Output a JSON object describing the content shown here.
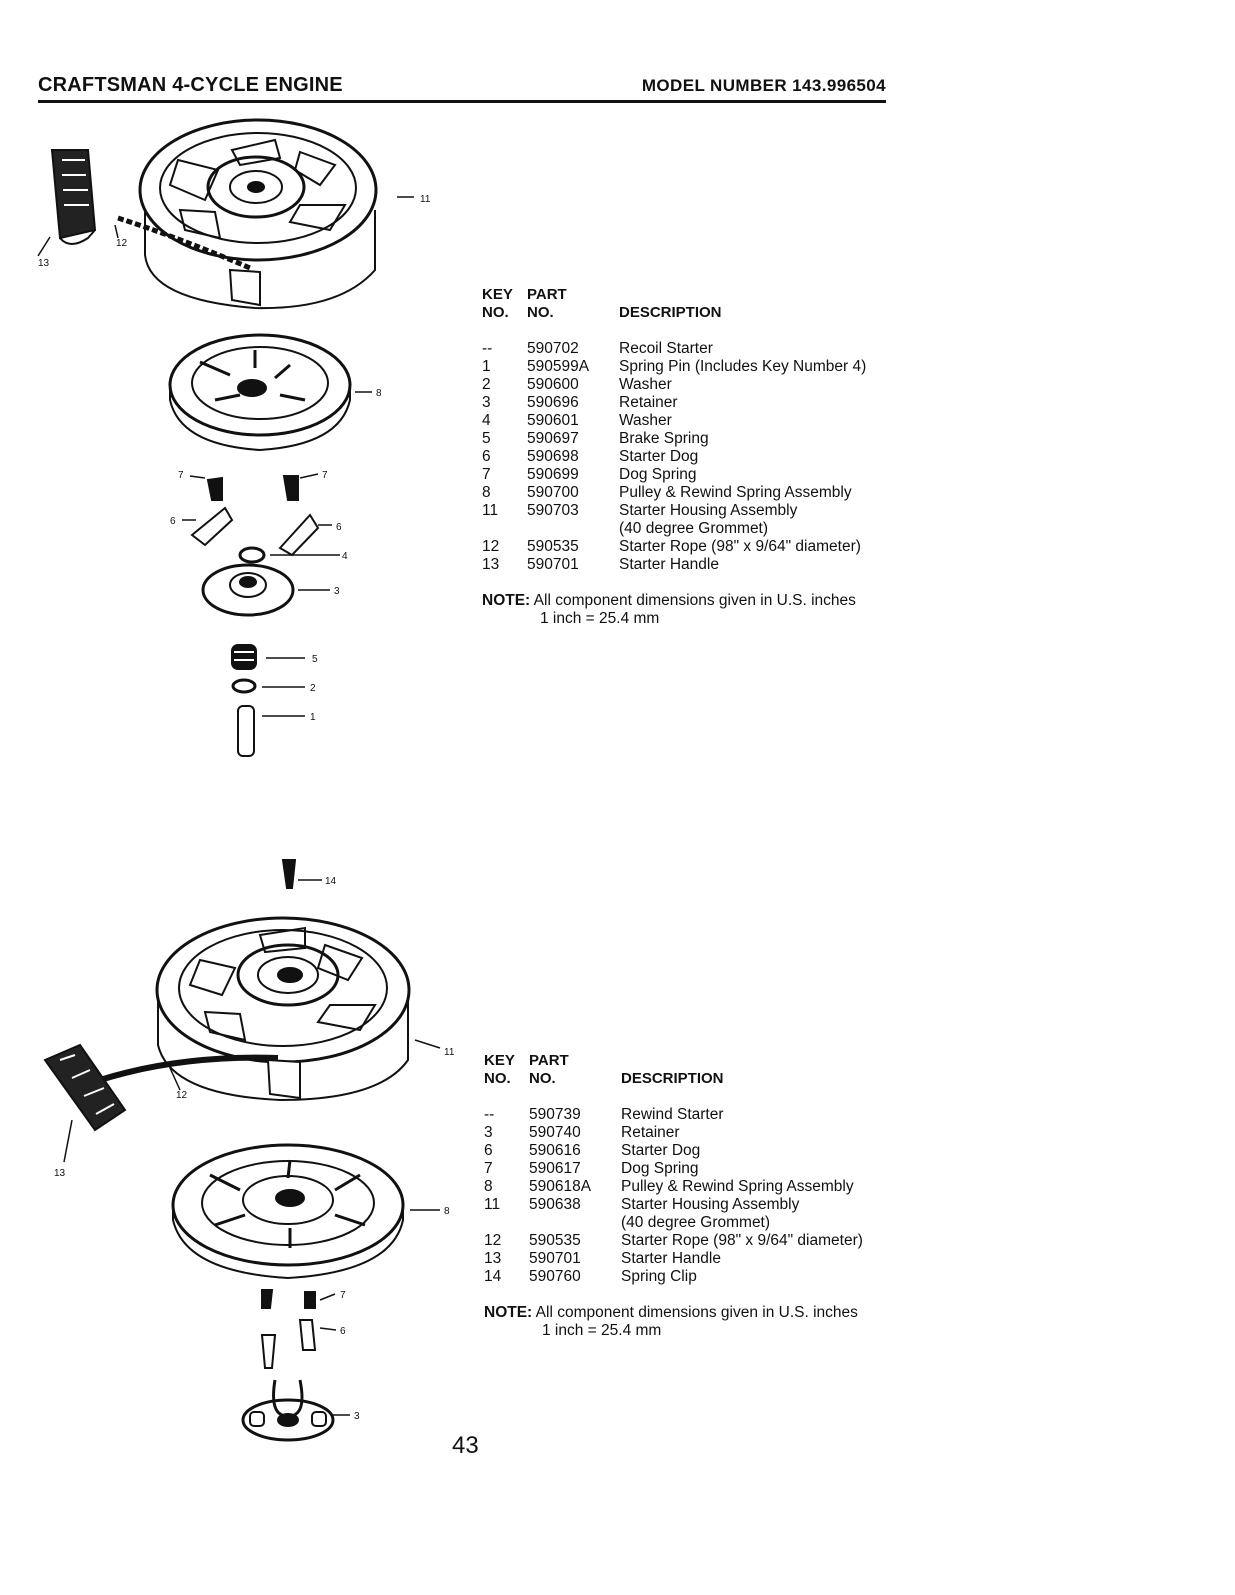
{
  "header": {
    "left": "CRAFTSMAN 4-CYCLE ENGINE",
    "right": "MODEL NUMBER 143.996504"
  },
  "table_headers": {
    "key_top": "KEY",
    "key_bottom": "NO.",
    "part_top": "PART",
    "part_bottom": "NO.",
    "desc": "DESCRIPTION"
  },
  "recoil_table": {
    "rows": [
      {
        "key": "--",
        "part": "590702",
        "desc": "Recoil Starter"
      },
      {
        "key": "1",
        "part": "590599A",
        "desc": "Spring Pin (Includes Key Number 4)"
      },
      {
        "key": "2",
        "part": "590600",
        "desc": "Washer"
      },
      {
        "key": "3",
        "part": "590696",
        "desc": "Retainer"
      },
      {
        "key": "4",
        "part": "590601",
        "desc": "Washer"
      },
      {
        "key": "5",
        "part": "590697",
        "desc": "Brake Spring"
      },
      {
        "key": "6",
        "part": "590698",
        "desc": "Starter Dog"
      },
      {
        "key": "7",
        "part": "590699",
        "desc": "Dog Spring"
      },
      {
        "key": "8",
        "part": "590700",
        "desc": "Pulley & Rewind Spring Assembly"
      },
      {
        "key": "11",
        "part": "590703",
        "desc": "Starter Housing Assembly"
      },
      {
        "key": "",
        "part": "",
        "desc": "(40 degree Grommet)"
      },
      {
        "key": "12",
        "part": "590535",
        "desc": "Starter Rope (98\" x 9/64\" diameter)"
      },
      {
        "key": "13",
        "part": "590701",
        "desc": "Starter Handle"
      }
    ],
    "note_label": "NOTE:",
    "note_text": "All component dimensions given in U.S. inches",
    "note_line2": "1 inch = 25.4 mm"
  },
  "rewind_table": {
    "rows": [
      {
        "key": "--",
        "part": "590739",
        "desc": "Rewind Starter"
      },
      {
        "key": "3",
        "part": "590740",
        "desc": "Retainer"
      },
      {
        "key": "6",
        "part": "590616",
        "desc": "Starter Dog"
      },
      {
        "key": "7",
        "part": "590617",
        "desc": "Dog Spring"
      },
      {
        "key": "8",
        "part": "590618A",
        "desc": "Pulley & Rewind Spring Assembly"
      },
      {
        "key": "11",
        "part": "590638",
        "desc": "Starter Housing Assembly"
      },
      {
        "key": "",
        "part": "",
        "desc": "(40 degree Grommet)"
      },
      {
        "key": "12",
        "part": "590535",
        "desc": "Starter Rope (98\" x 9/64\" diameter)"
      },
      {
        "key": "13",
        "part": "590701",
        "desc": "Starter Handle"
      },
      {
        "key": "14",
        "part": "590760",
        "desc": "Spring Clip"
      }
    ],
    "note_label": "NOTE:",
    "note_text": "All component dimensions given in U.S. inches",
    "note_line2": "1 inch = 25.4 mm"
  },
  "diagram_labels": {
    "top": {
      "k11": "11",
      "k12": "12",
      "k13": "13",
      "k8": "8",
      "k7a": "7",
      "k7b": "7",
      "k6a": "6",
      "k6b": "6",
      "k4": "4",
      "k3": "3",
      "k5": "5",
      "k2": "2",
      "k1": "1"
    },
    "bottom": {
      "k14": "14",
      "k11": "11",
      "k12": "12",
      "k13": "13",
      "k8": "8",
      "k7": "7",
      "k6": "6",
      "k3": "3"
    }
  },
  "page_number": "43"
}
